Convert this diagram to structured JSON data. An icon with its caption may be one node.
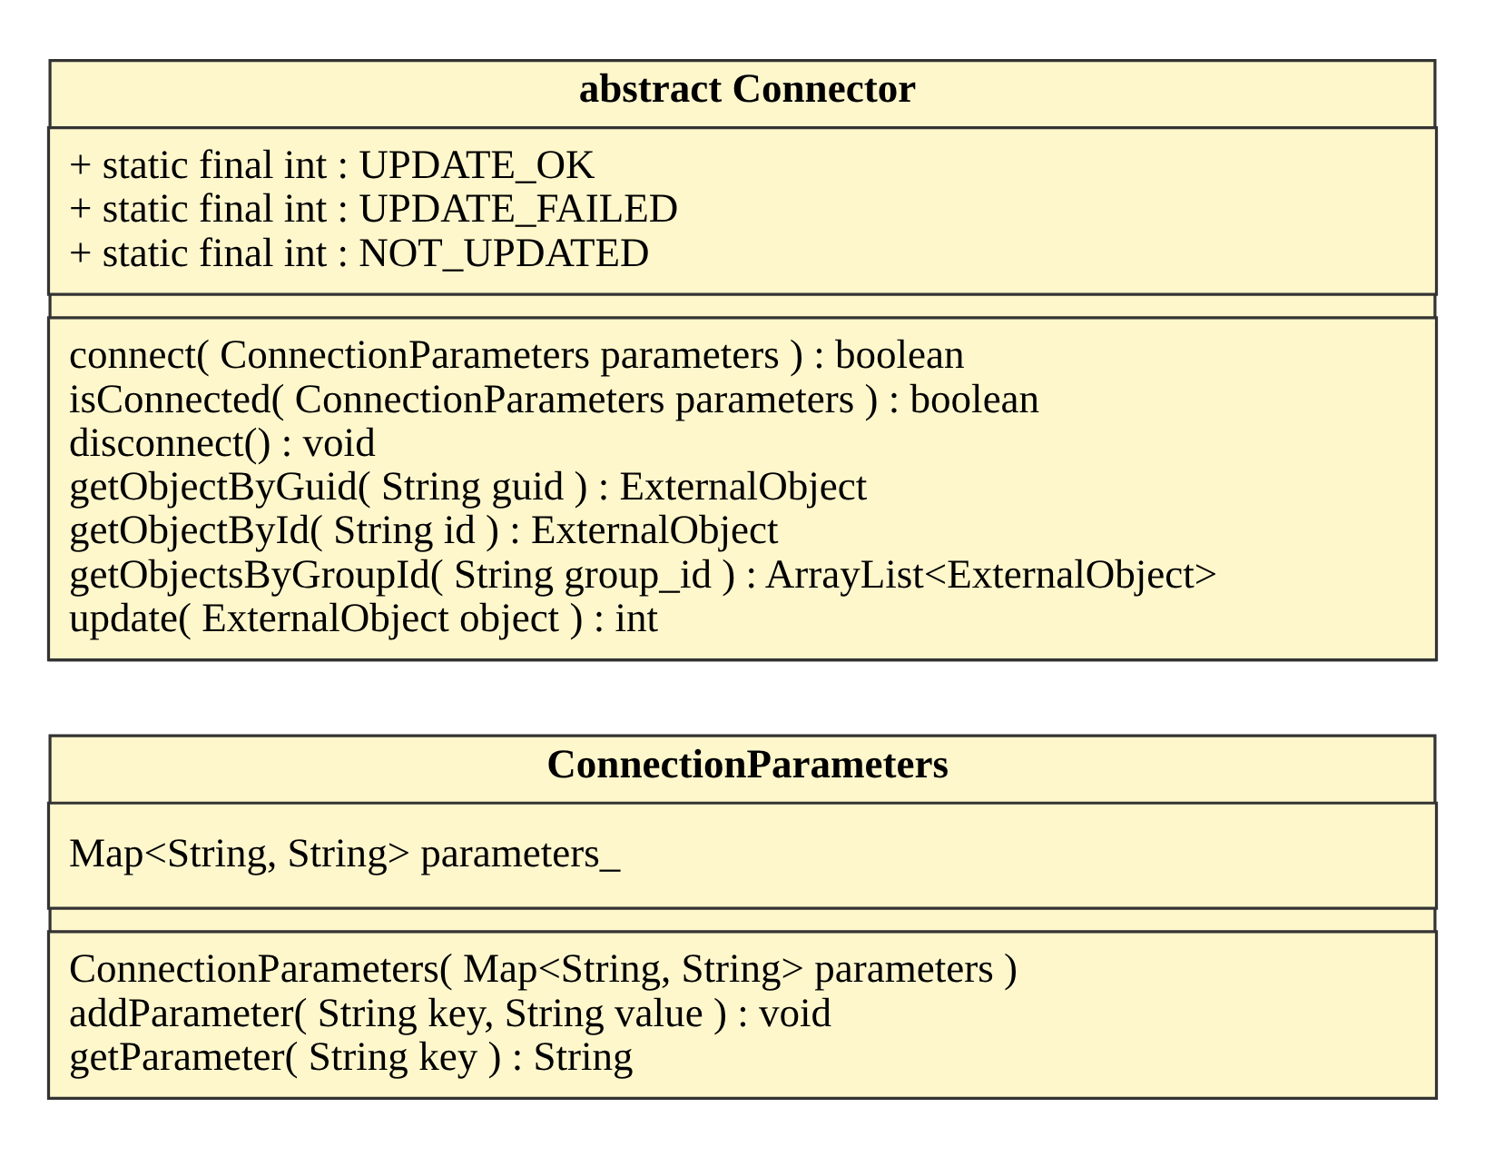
{
  "diagram": {
    "nodes": [
      {
        "text": [
          "abstract Connector"
        ]
      },
      {
        "text": [
          "+ static final int : UPDATE_OK",
          "+ static final int : UPDATE_FAILED",
          "+ static final int : NOT_UPDATED"
        ],
        "in": 0
      },
      {
        "text": [
          "connect( ConnectionParameters parameters ) : boolean",
          "isConnected( ConnectionParameters parameters ) : boolean",
          "disconnect() : void",
          "getObjectByGuid( String guid ) : ExternalObject",
          "getObjectById( String id ) : ExternalObject",
          "getObjectsByGroupId( String group_id ) : ArrayList<ExternalObject>",
          "update( ExternalObject object ) : int"
        ],
        "in": 0
      },
      {
        "text": [
          "ConnectionParameters"
        ]
      },
      {
        "text": [
          "Map<String, String> parameters_"
        ],
        "in": 3
      },
      {
        "text": [
          "ConnectionParameters( Map<String, String> parameters )",
          "addParameter( String key, String value ) : void",
          "getParameter( String key ) : String"
        ],
        "in": 3
      }
    ]
  }
}
